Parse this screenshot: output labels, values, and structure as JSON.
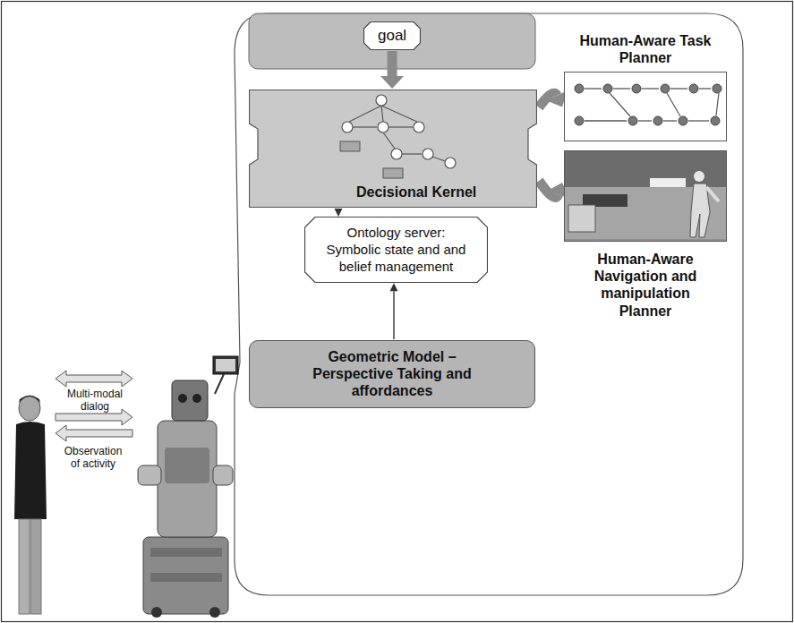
{
  "diagram": {
    "nodes": [
      {
        "text": [
          "goal"
        ]
      },
      {
        "text": [
          "Decisional Kernel"
        ]
      },
      {
        "text": [
          "Ontology server:",
          "Symbolic state and and belief management"
        ]
      },
      {
        "text": [
          "Geometric Model – Perspective Taking and affordances"
        ]
      },
      {
        "text": [
          "Human-Aware Task Planner"
        ]
      },
      {
        "text": [
          "Human-Aware Navigation and manipulation Planner"
        ]
      }
    ],
    "edges": [
      {
        "from": 0,
        "to": 1,
        "arrow": "to"
      },
      {
        "from": 1,
        "to": 2,
        "arrow": "to"
      },
      {
        "from": 3,
        "to": 2,
        "arrow": "to"
      },
      {
        "from": 1,
        "to": 4,
        "arrow": "to"
      },
      {
        "from": 1,
        "to": 5,
        "arrow": "to"
      }
    ],
    "labels": [
      "Multi-modal dialog",
      "Observation of activity"
    ]
  }
}
